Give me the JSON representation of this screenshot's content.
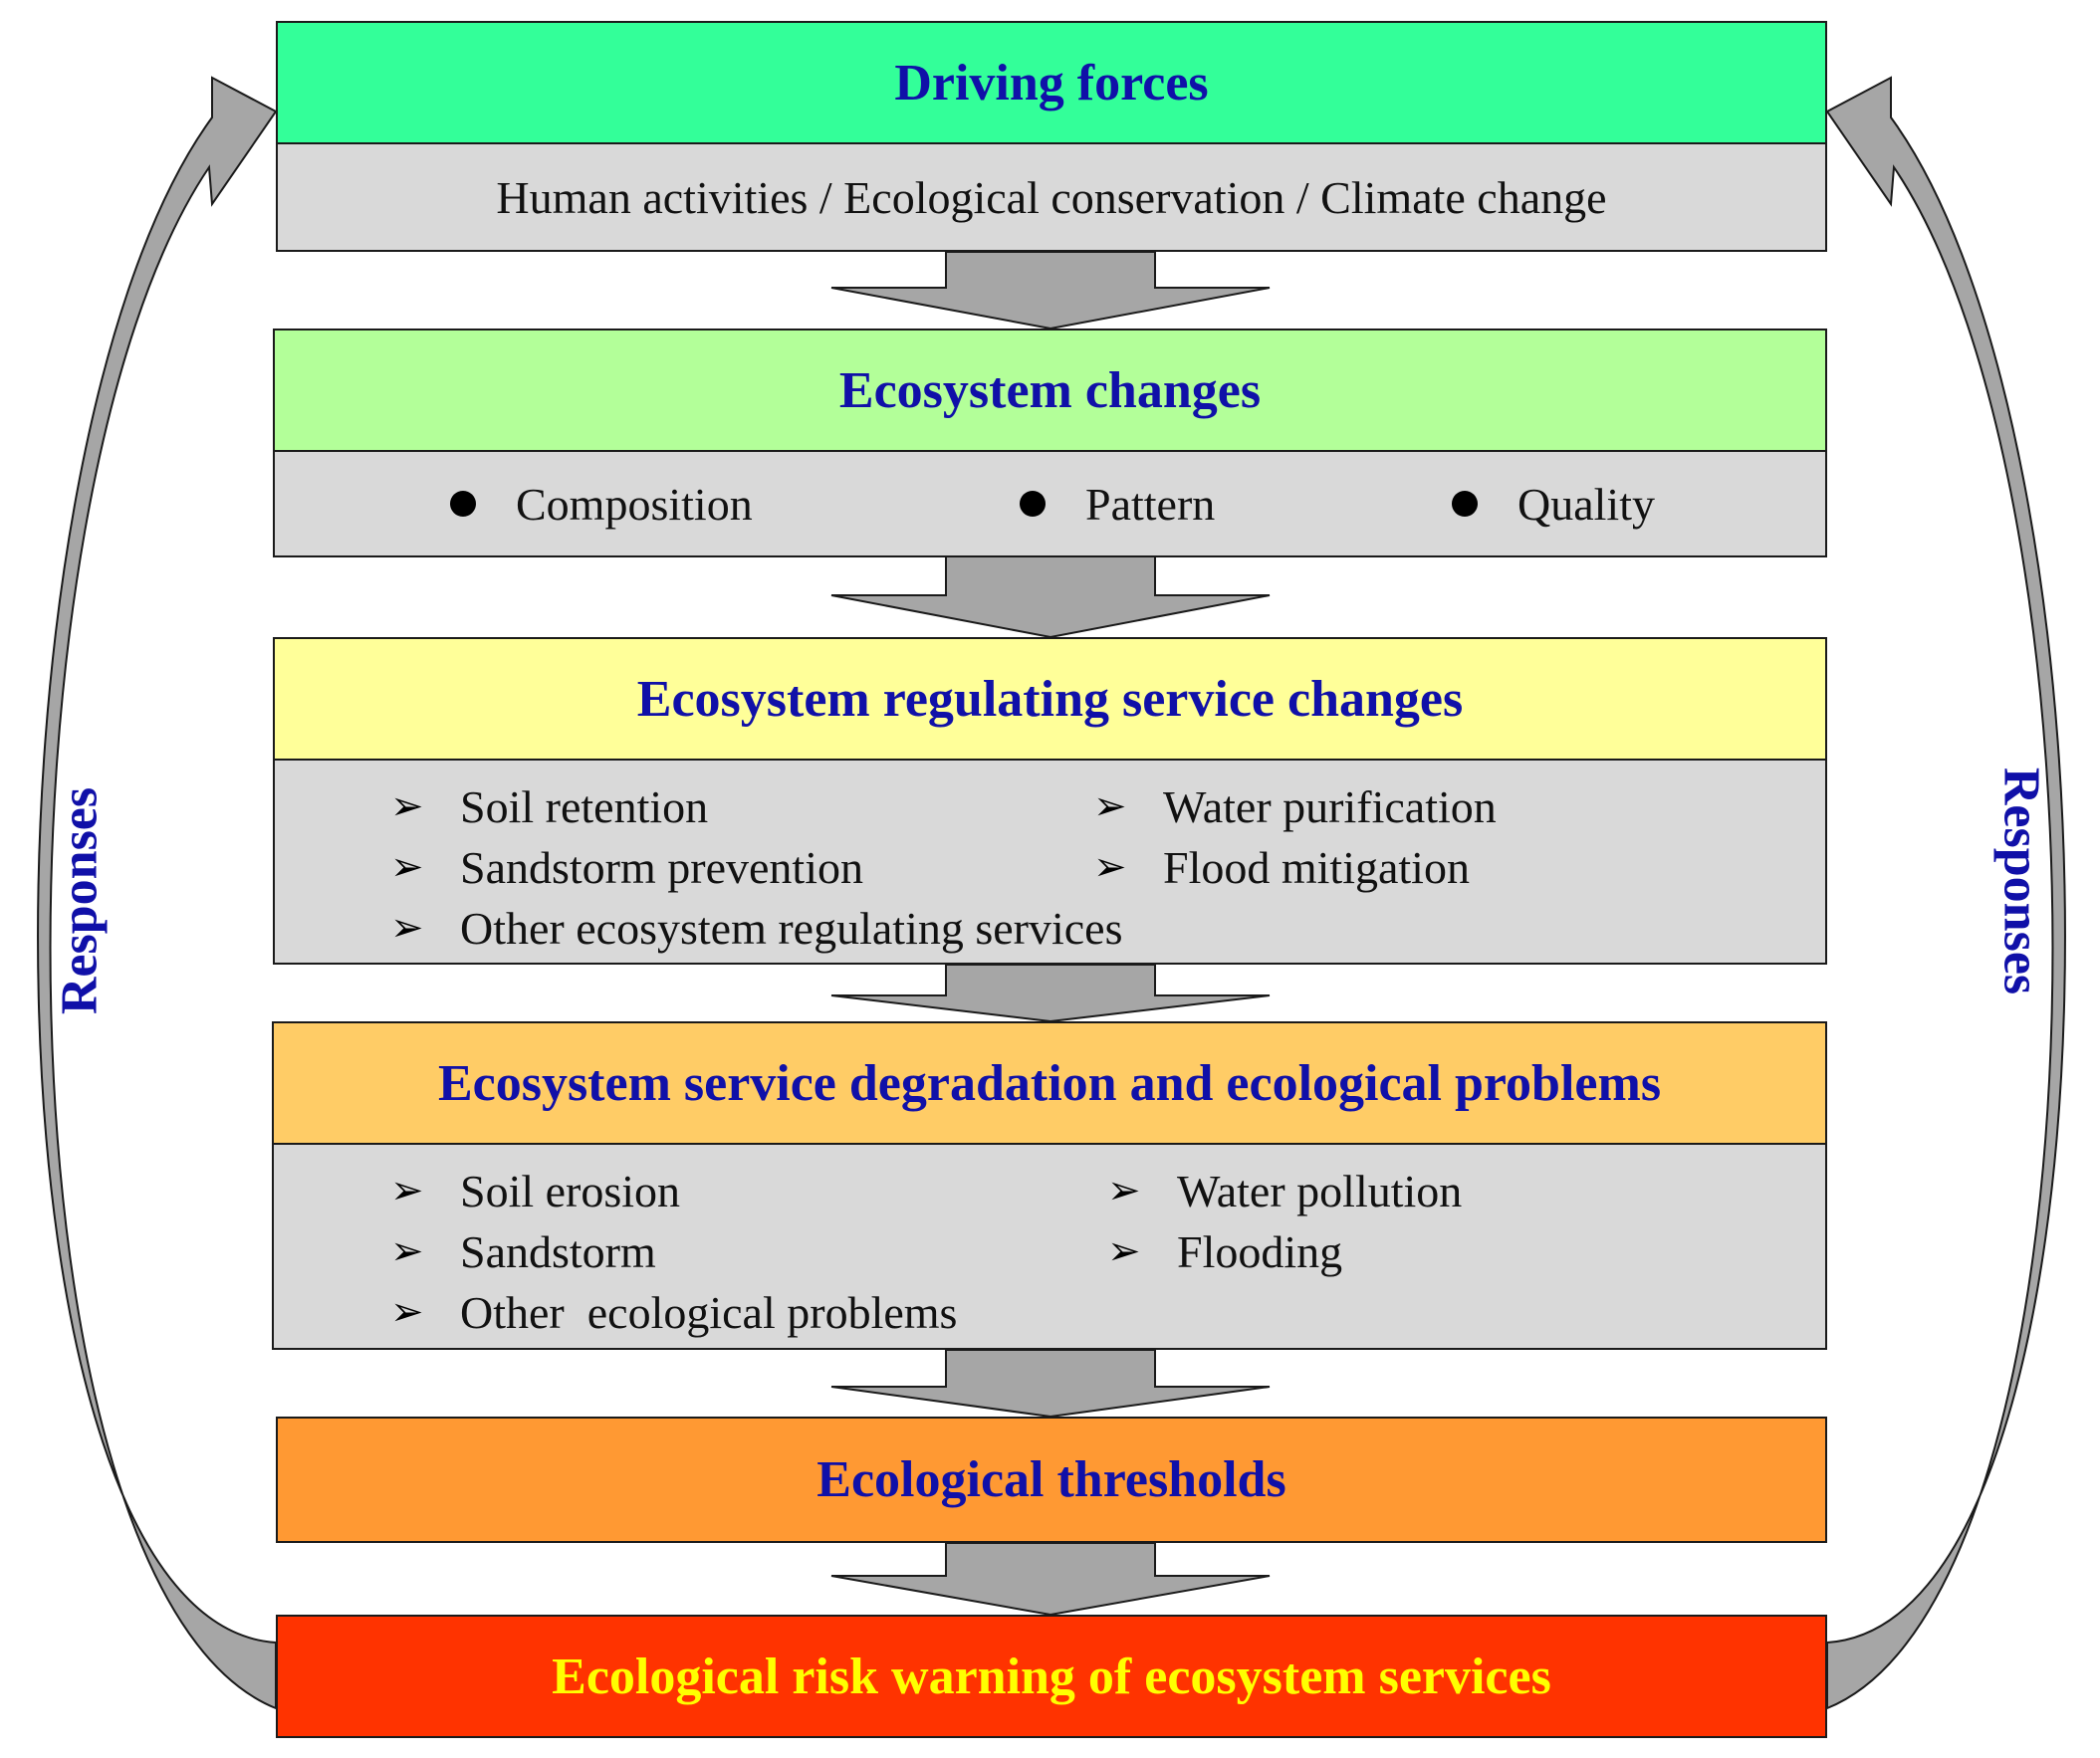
{
  "colors": {
    "driving_forces": "#33ff99",
    "ecosystem_changes": "#b3ff99",
    "regulating_changes": "#ffff99",
    "degradation": "#ffcc66",
    "thresholds": "#ff9933",
    "risk_warning": "#ff3300",
    "detail_fill": "#d9d9d9",
    "heading_text": "#1010a8",
    "risk_text": "#ffff00",
    "connector_arrow": "#a6a6a6"
  },
  "driving_forces": {
    "title": "Driving forces",
    "detail": "Human activities / Ecological conservation / Climate change"
  },
  "ecosystem_changes": {
    "title": "Ecosystem changes",
    "items": [
      "Composition",
      "Pattern",
      "Quality"
    ],
    "bullet_icon": "filled-circle-icon"
  },
  "regulating_changes": {
    "title": "Ecosystem regulating service changes",
    "items": [
      "Soil retention",
      "Water purification",
      "Sandstorm prevention",
      "Flood mitigation",
      "Other ecosystem regulating services"
    ],
    "bullet_icon": "arrowhead-bullet-icon"
  },
  "degradation": {
    "title": "Ecosystem service degradation and ecological problems",
    "items": [
      "Soil erosion",
      "Water pollution",
      "Sandstorm",
      "Flooding",
      "Other  ecological problems"
    ],
    "bullet_icon": "arrowhead-bullet-icon"
  },
  "thresholds": {
    "title": "Ecological thresholds"
  },
  "risk_warning": {
    "title": "Ecological risk warning of ecosystem services"
  },
  "feedback": {
    "left_label": "Responses",
    "right_label": "Responses"
  },
  "bullet_glyph": "➢"
}
